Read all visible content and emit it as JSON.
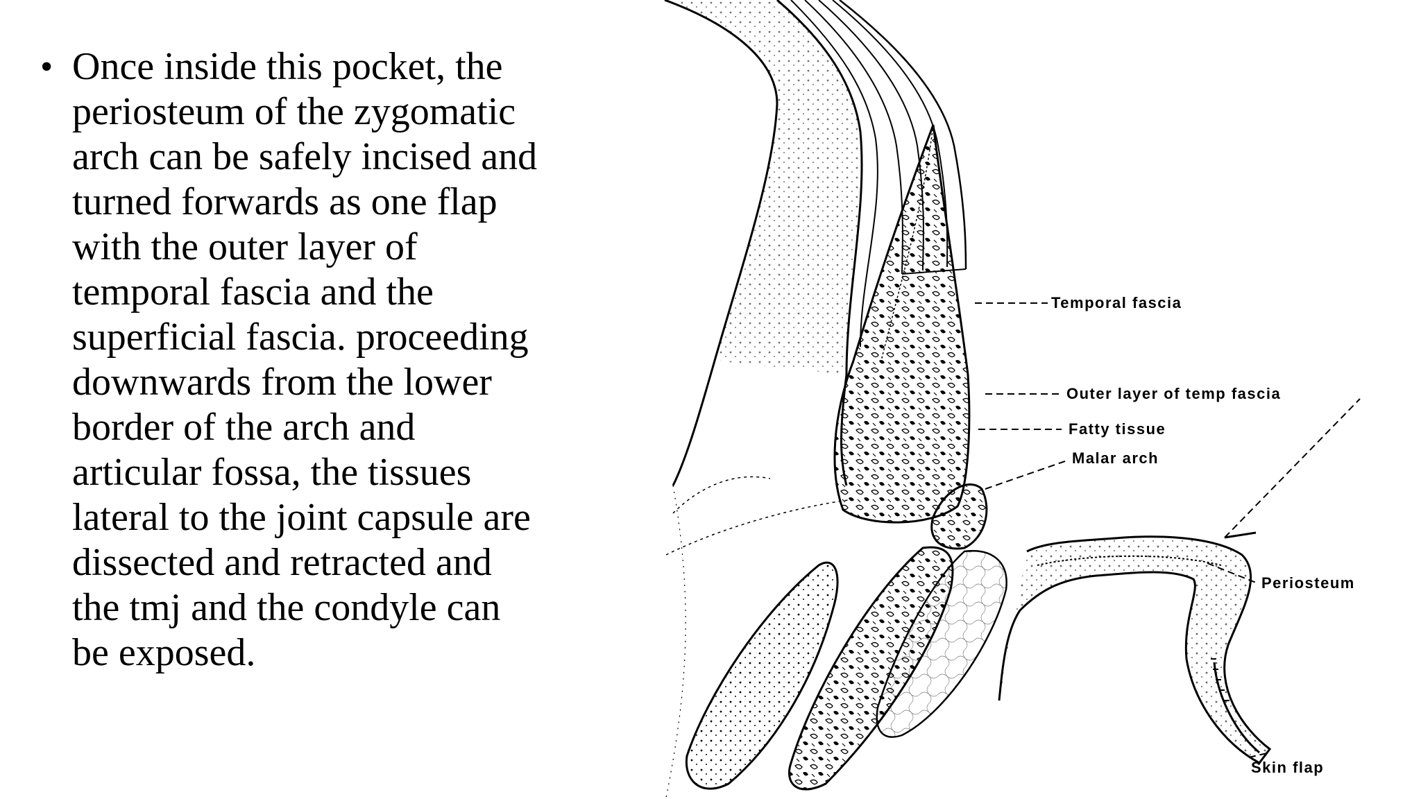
{
  "body_text": {
    "bullet": "•",
    "lines": [
      "Once inside this pocket, the",
      "periosteum of the zygomatic",
      "arch can be safely incised and",
      "turned forwards as one flap",
      "with the outer layer of",
      "temporal fascia and the",
      "superficial fascia. proceeding",
      "downwards from the lower",
      "border of the arch and",
      "articular fossa, the tissues",
      "lateral to the joint capsule are",
      "dissected and retracted and",
      "the tmj and the condyle can",
      "be exposed."
    ]
  },
  "figure": {
    "labels": {
      "temporal_fascia": "Temporal fascia",
      "outer_layer": "Outer layer of temp fascia",
      "fatty_tissue": "Fatty tissue",
      "malar_arch": "Malar arch",
      "periosteum": "Periosteum",
      "skin_flap": "Skin flap"
    },
    "colors": {
      "ink": "#000000",
      "background": "#ffffff"
    }
  }
}
